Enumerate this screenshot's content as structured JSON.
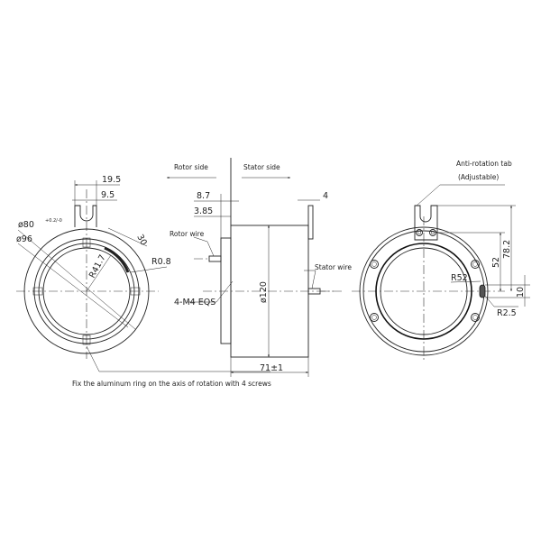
{
  "left_view": {
    "dim_tab_width": "19.5",
    "dim_slot_width": "9.5",
    "dim_bore": "ø80",
    "dim_bore_tol": "+0.2/-0",
    "dim_outer": "ø96",
    "dim_arc_length": "30",
    "dim_arc_radius": "R41.7",
    "dim_corner_radius": "R0.8",
    "note": "Fix the aluminum ring on the axis of rotation with 4 screws"
  },
  "side_view": {
    "rotor_side": "Rotor side",
    "stator_side": "Stator side",
    "dim_flange_offset": "8.7",
    "dim_flange_thickness": "3.85",
    "dim_tab_thickness": "4",
    "rotor_wire": "Rotor wire",
    "stator_wire": "Stator wire",
    "screws": "4-M4  EQS",
    "dim_diameter": "ø120",
    "dim_length": "71±1"
  },
  "right_view": {
    "tab_label": "Anti-rotation tab",
    "tab_note": "(Adjustable)",
    "dim_tab_height": "78.2",
    "dim_screw_height": "52",
    "dim_slot_width": "10",
    "dim_radius": "R52",
    "dim_slot_radius": "R2.5"
  }
}
